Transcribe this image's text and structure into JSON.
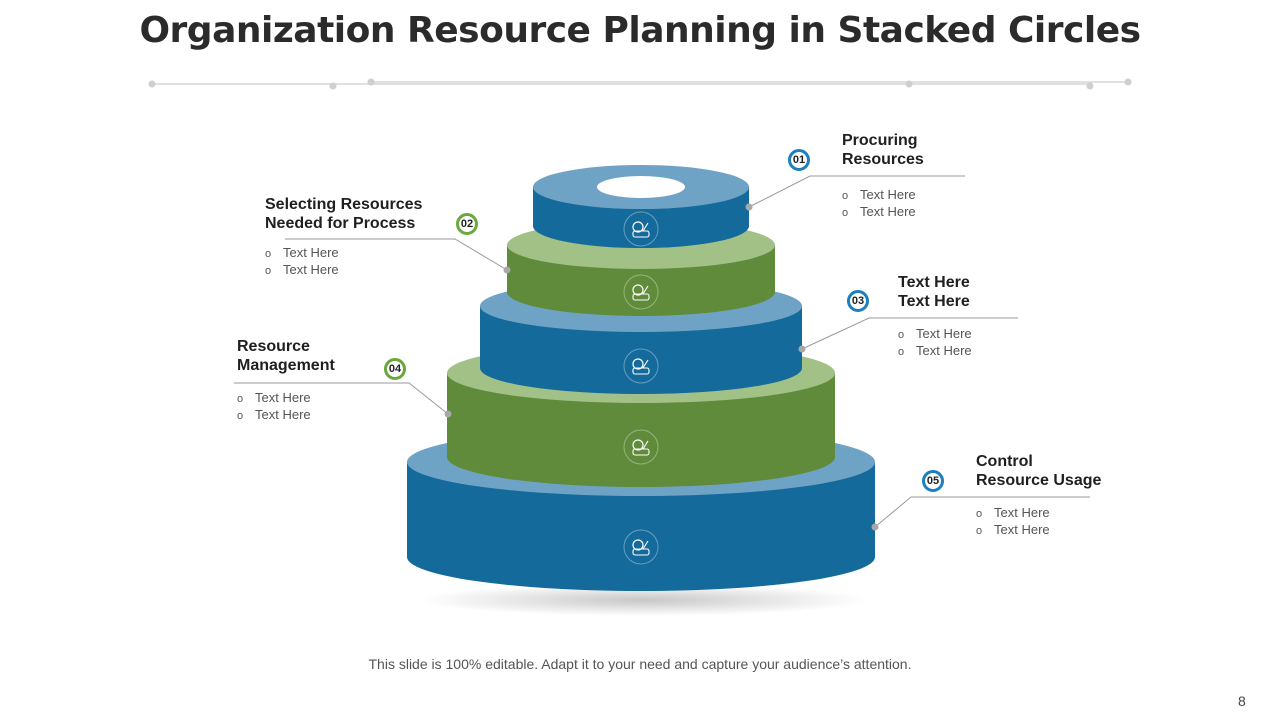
{
  "title": "Organization Resource Planning in Stacked Circles",
  "footer_note": "This slide is 100% editable. Adapt it to your need and capture your audience’s attention.",
  "page_number": "8",
  "colors": {
    "blue_side": "#156a9c",
    "blue_top": "#6fa3c6",
    "green_side": "#5f8b3b",
    "green_top": "#a1c187",
    "badge_blue": "#1e7fc0",
    "badge_green": "#6aa83c"
  },
  "steps": [
    {
      "number": "01",
      "heading": [
        "Procuring",
        "Resources"
      ],
      "bullets": [
        "Text Here",
        "Text Here"
      ],
      "icon": "magnifier-gear-icon",
      "tier_color": "blue"
    },
    {
      "number": "02",
      "heading": [
        "Selecting Resources",
        "Needed for Process"
      ],
      "bullets": [
        "Text Here",
        "Text Here"
      ],
      "icon": "hand-gear-icon",
      "tier_color": "green"
    },
    {
      "number": "03",
      "heading": [
        "Text Here",
        "Text Here"
      ],
      "bullets": [
        "Text Here",
        "Text Here"
      ],
      "icon": "network-people-icon",
      "tier_color": "blue"
    },
    {
      "number": "04",
      "heading": [
        "Resource",
        "Management"
      ],
      "bullets": [
        "Text Here",
        "Text Here"
      ],
      "icon": "gears-flow-icon",
      "tier_color": "green"
    },
    {
      "number": "05",
      "heading": [
        "Control",
        "Resource Usage"
      ],
      "bullets": [
        "Text Here",
        "Text Here"
      ],
      "icon": "hands-people-icon",
      "tier_color": "blue"
    }
  ]
}
